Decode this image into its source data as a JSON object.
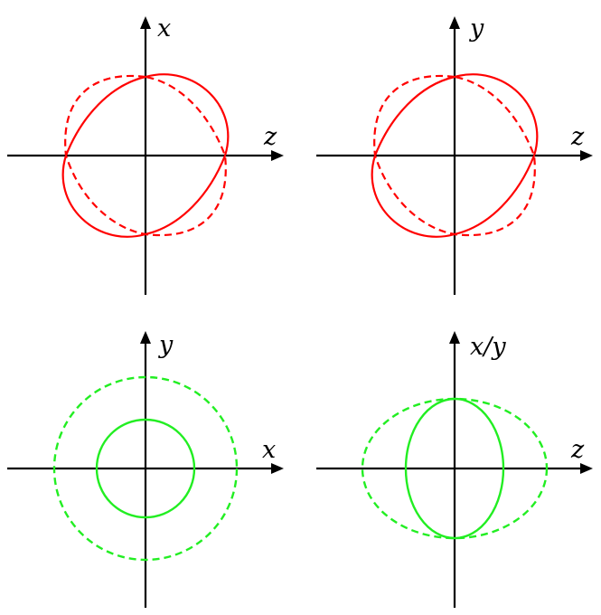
{
  "panels": [
    {
      "id": "top-left",
      "vertical_label": "x",
      "horizontal_label": "z",
      "color": "#ff0000",
      "curves": [
        "solid tilted ellipse (bulging upper-right / lower-left)",
        "dashed tilted ellipse (bulging upper-left / lower-right)"
      ]
    },
    {
      "id": "top-right",
      "vertical_label": "y",
      "horizontal_label": "z",
      "color": "#ff0000",
      "curves": [
        "solid tilted ellipse (bulging upper-right / lower-left)",
        "dashed tilted ellipse (bulging upper-left / lower-right)"
      ]
    },
    {
      "id": "bottom-left",
      "vertical_label": "y",
      "horizontal_label": "x",
      "color": "#22ee22",
      "curves": [
        "solid small circle",
        "dashed large circle"
      ]
    },
    {
      "id": "bottom-right",
      "vertical_label": "x/y",
      "horizontal_label": "z",
      "color": "#22ee22",
      "curves": [
        "solid vertical ellipse",
        "dashed horizontal ellipse"
      ]
    }
  ],
  "colors": {
    "red": "#ff0000",
    "green": "#22ee22",
    "axis": "#000000"
  }
}
